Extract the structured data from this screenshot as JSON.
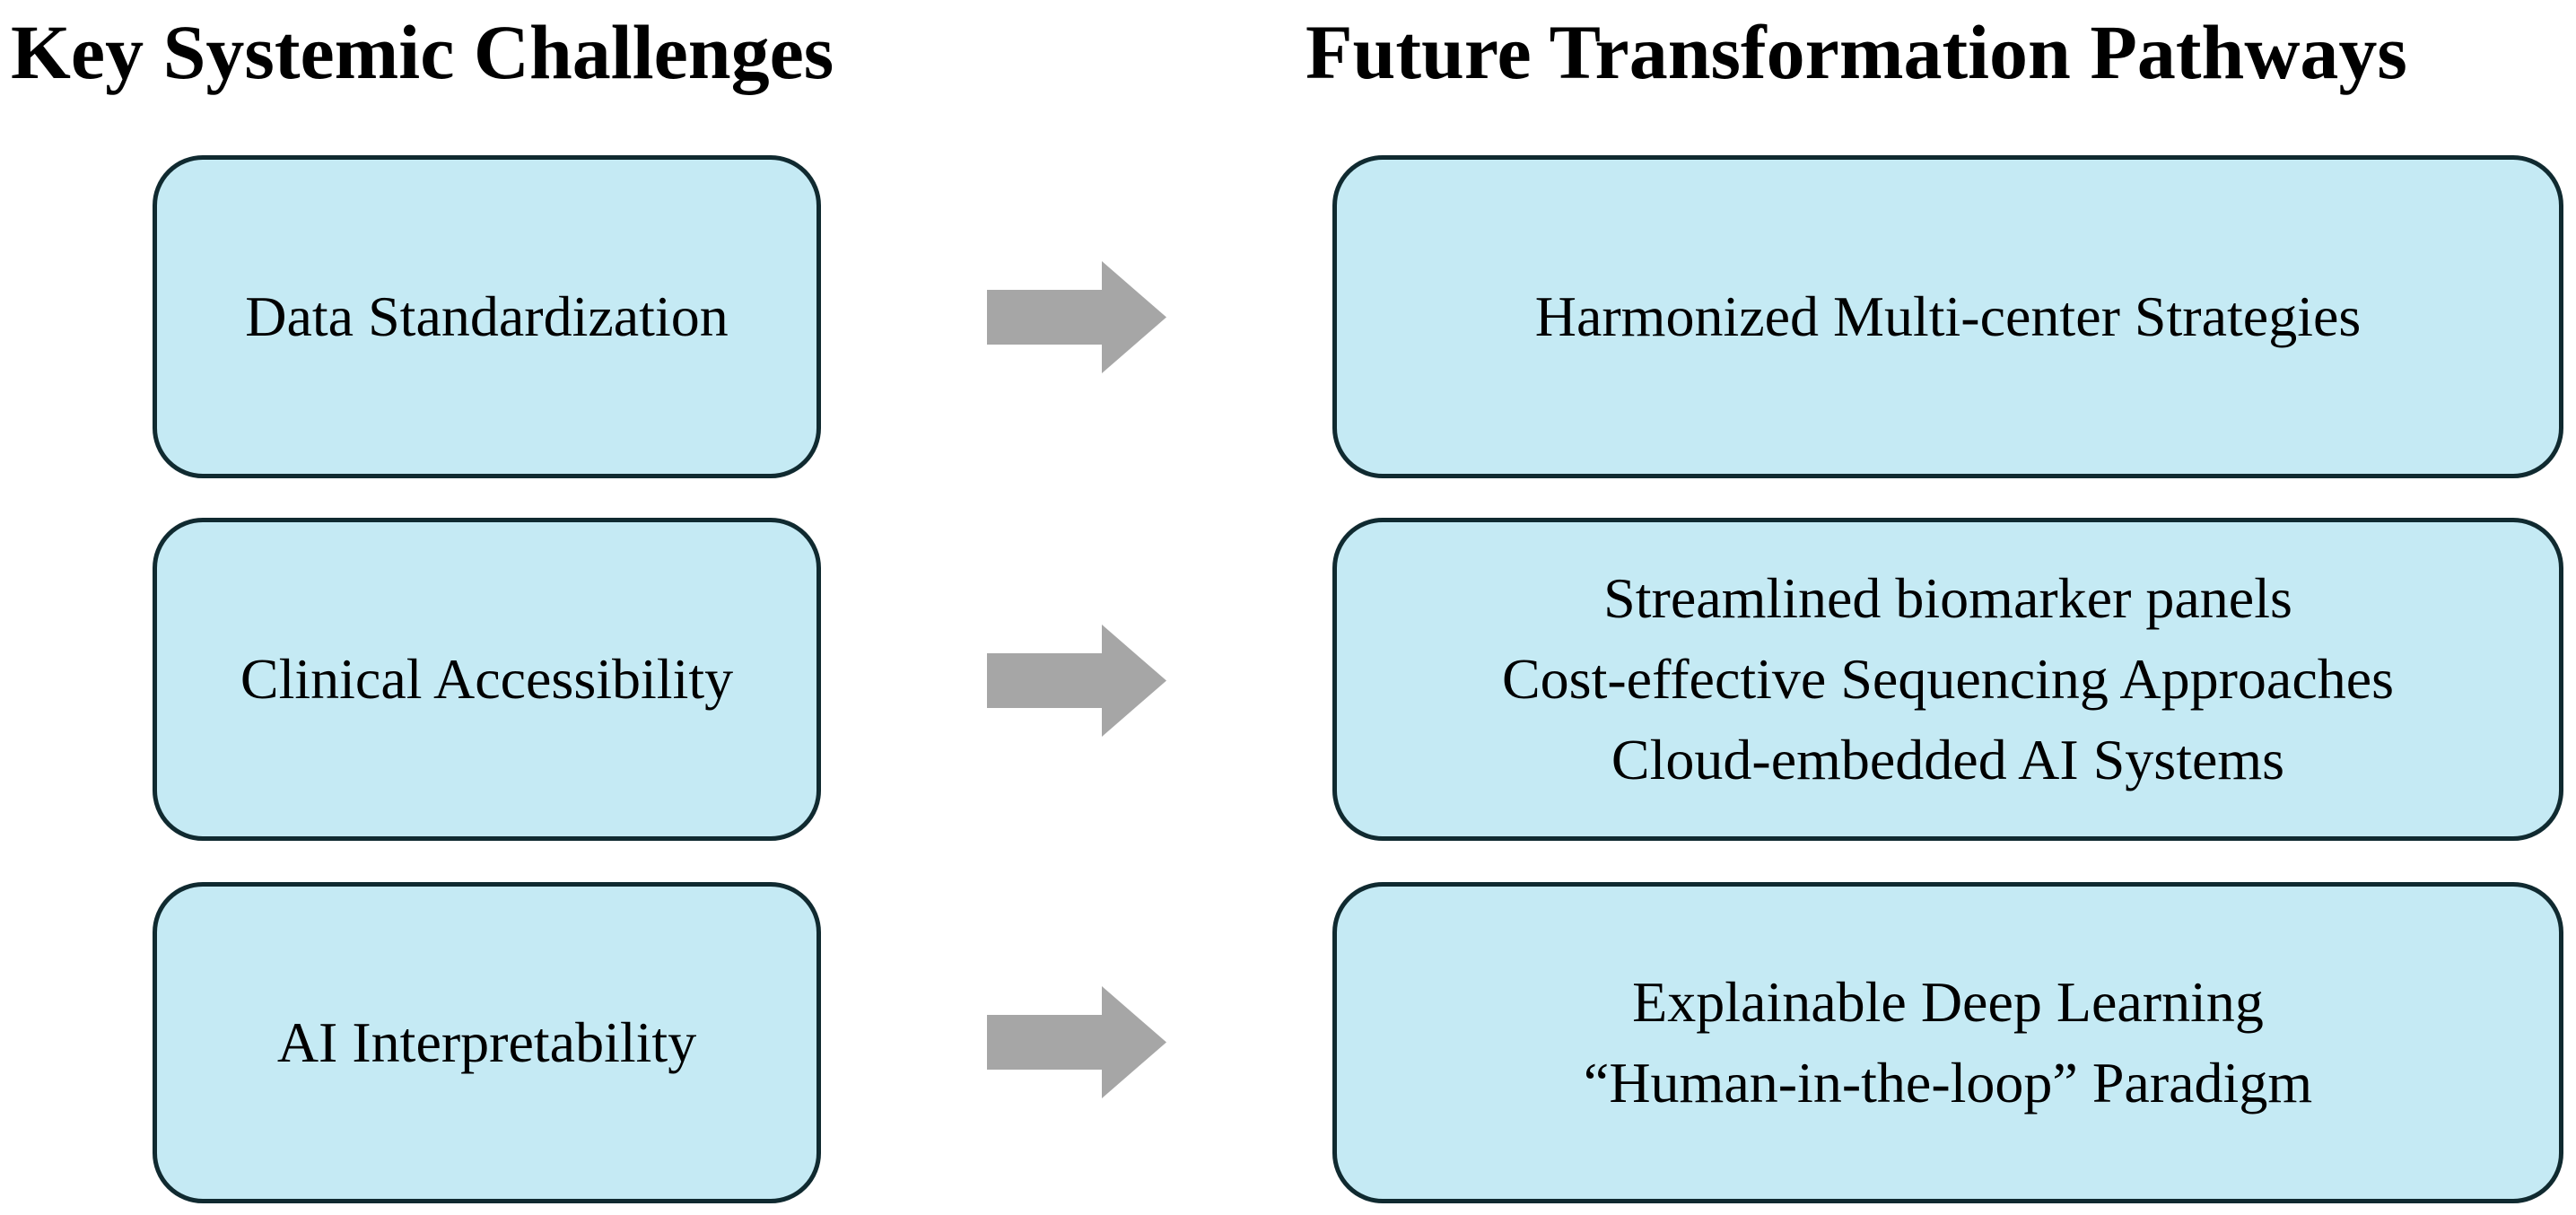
{
  "headings": {
    "left": "Key Systemic Challenges",
    "right": "Future Transformation Pathways"
  },
  "challenges": [
    {
      "lines": [
        "Data Standardization"
      ]
    },
    {
      "lines": [
        "Clinical Accessibility"
      ]
    },
    {
      "lines": [
        "AI Interpretability"
      ]
    }
  ],
  "pathways": [
    {
      "lines": [
        "Harmonized Multi-center Strategies"
      ]
    },
    {
      "lines": [
        "Streamlined biomarker panels",
        "Cost-effective Sequencing Approaches",
        "Cloud-embedded AI Systems"
      ]
    },
    {
      "lines": [
        "Explainable Deep Learning",
        "“Human-in-the-loop” Paradigm"
      ]
    }
  ],
  "colors": {
    "box_fill": "#c5eaf4",
    "box_border": "#102a30",
    "arrow": "#a6a6a6"
  }
}
